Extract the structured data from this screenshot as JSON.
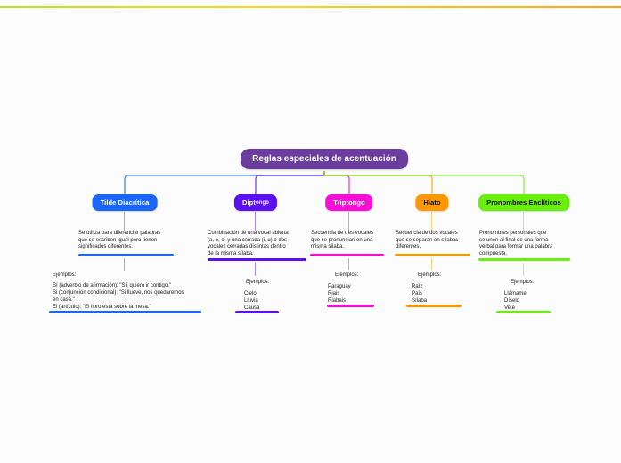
{
  "root": {
    "title": "Reglas especiales de acentuación",
    "color": "#6a3d9e"
  },
  "top_edge_gradient": [
    "#b5e012",
    "#ecd900",
    "#ff9800"
  ],
  "examples_heading": "Ejemplos:",
  "branches": [
    {
      "label": "Tilde Diacrítica",
      "color": "#1a66f6",
      "text_color": "#ffffff",
      "description": "Se utiliza para diferenciar palabras\nque se escriben igual pero tienen\nsignificados diferentes.",
      "examples": [
        "Sí (adverbio de afirmación): \"Sí, quiero ir contigo.\"",
        "Si (conjunción condicional): \"Si llueve, nos quedaremos\nen casa.\"",
        "El (artículo): \"El libro está sobre la mesa.\""
      ]
    },
    {
      "label": "Diptongo",
      "label_main": "Dipt",
      "label_small": "ongo",
      "color": "#5b10ef",
      "text_color": "#ffffff",
      "description": "Combinación de una vocal abierta\n(a, e, o) y una cerrada (i, u) o dos\nvocales cerradas distintas dentro\nde la misma sílaba.",
      "examples": [
        "Cielo",
        "Lluvia",
        "Causa"
      ]
    },
    {
      "label": "Triptongo",
      "color": "#f70fd7",
      "text_color": "#ffffff",
      "description": "Secuencia de tres vocales\nque se pronuncian en una\nmisma sílaba.",
      "examples": [
        "Paraguay",
        "Riais",
        "Riabais"
      ]
    },
    {
      "label": "Hiato",
      "color": "#ff9800",
      "text_color": "#111111",
      "description": "Secuencia de dos vocales\nque se separan en sílabas\ndiferentes.",
      "examples": [
        "Raíz",
        "País",
        "Sílaba"
      ]
    },
    {
      "label": "Pronombres Enclíticos",
      "color": "#69ef0e",
      "text_color": "#111111",
      "description": "Pronombres personales que\nse unen al final de una forma\nverbal para formar una palabra\ncompuesta.",
      "examples": [
        "Llámame",
        "Díselo",
        "Vete"
      ]
    }
  ]
}
